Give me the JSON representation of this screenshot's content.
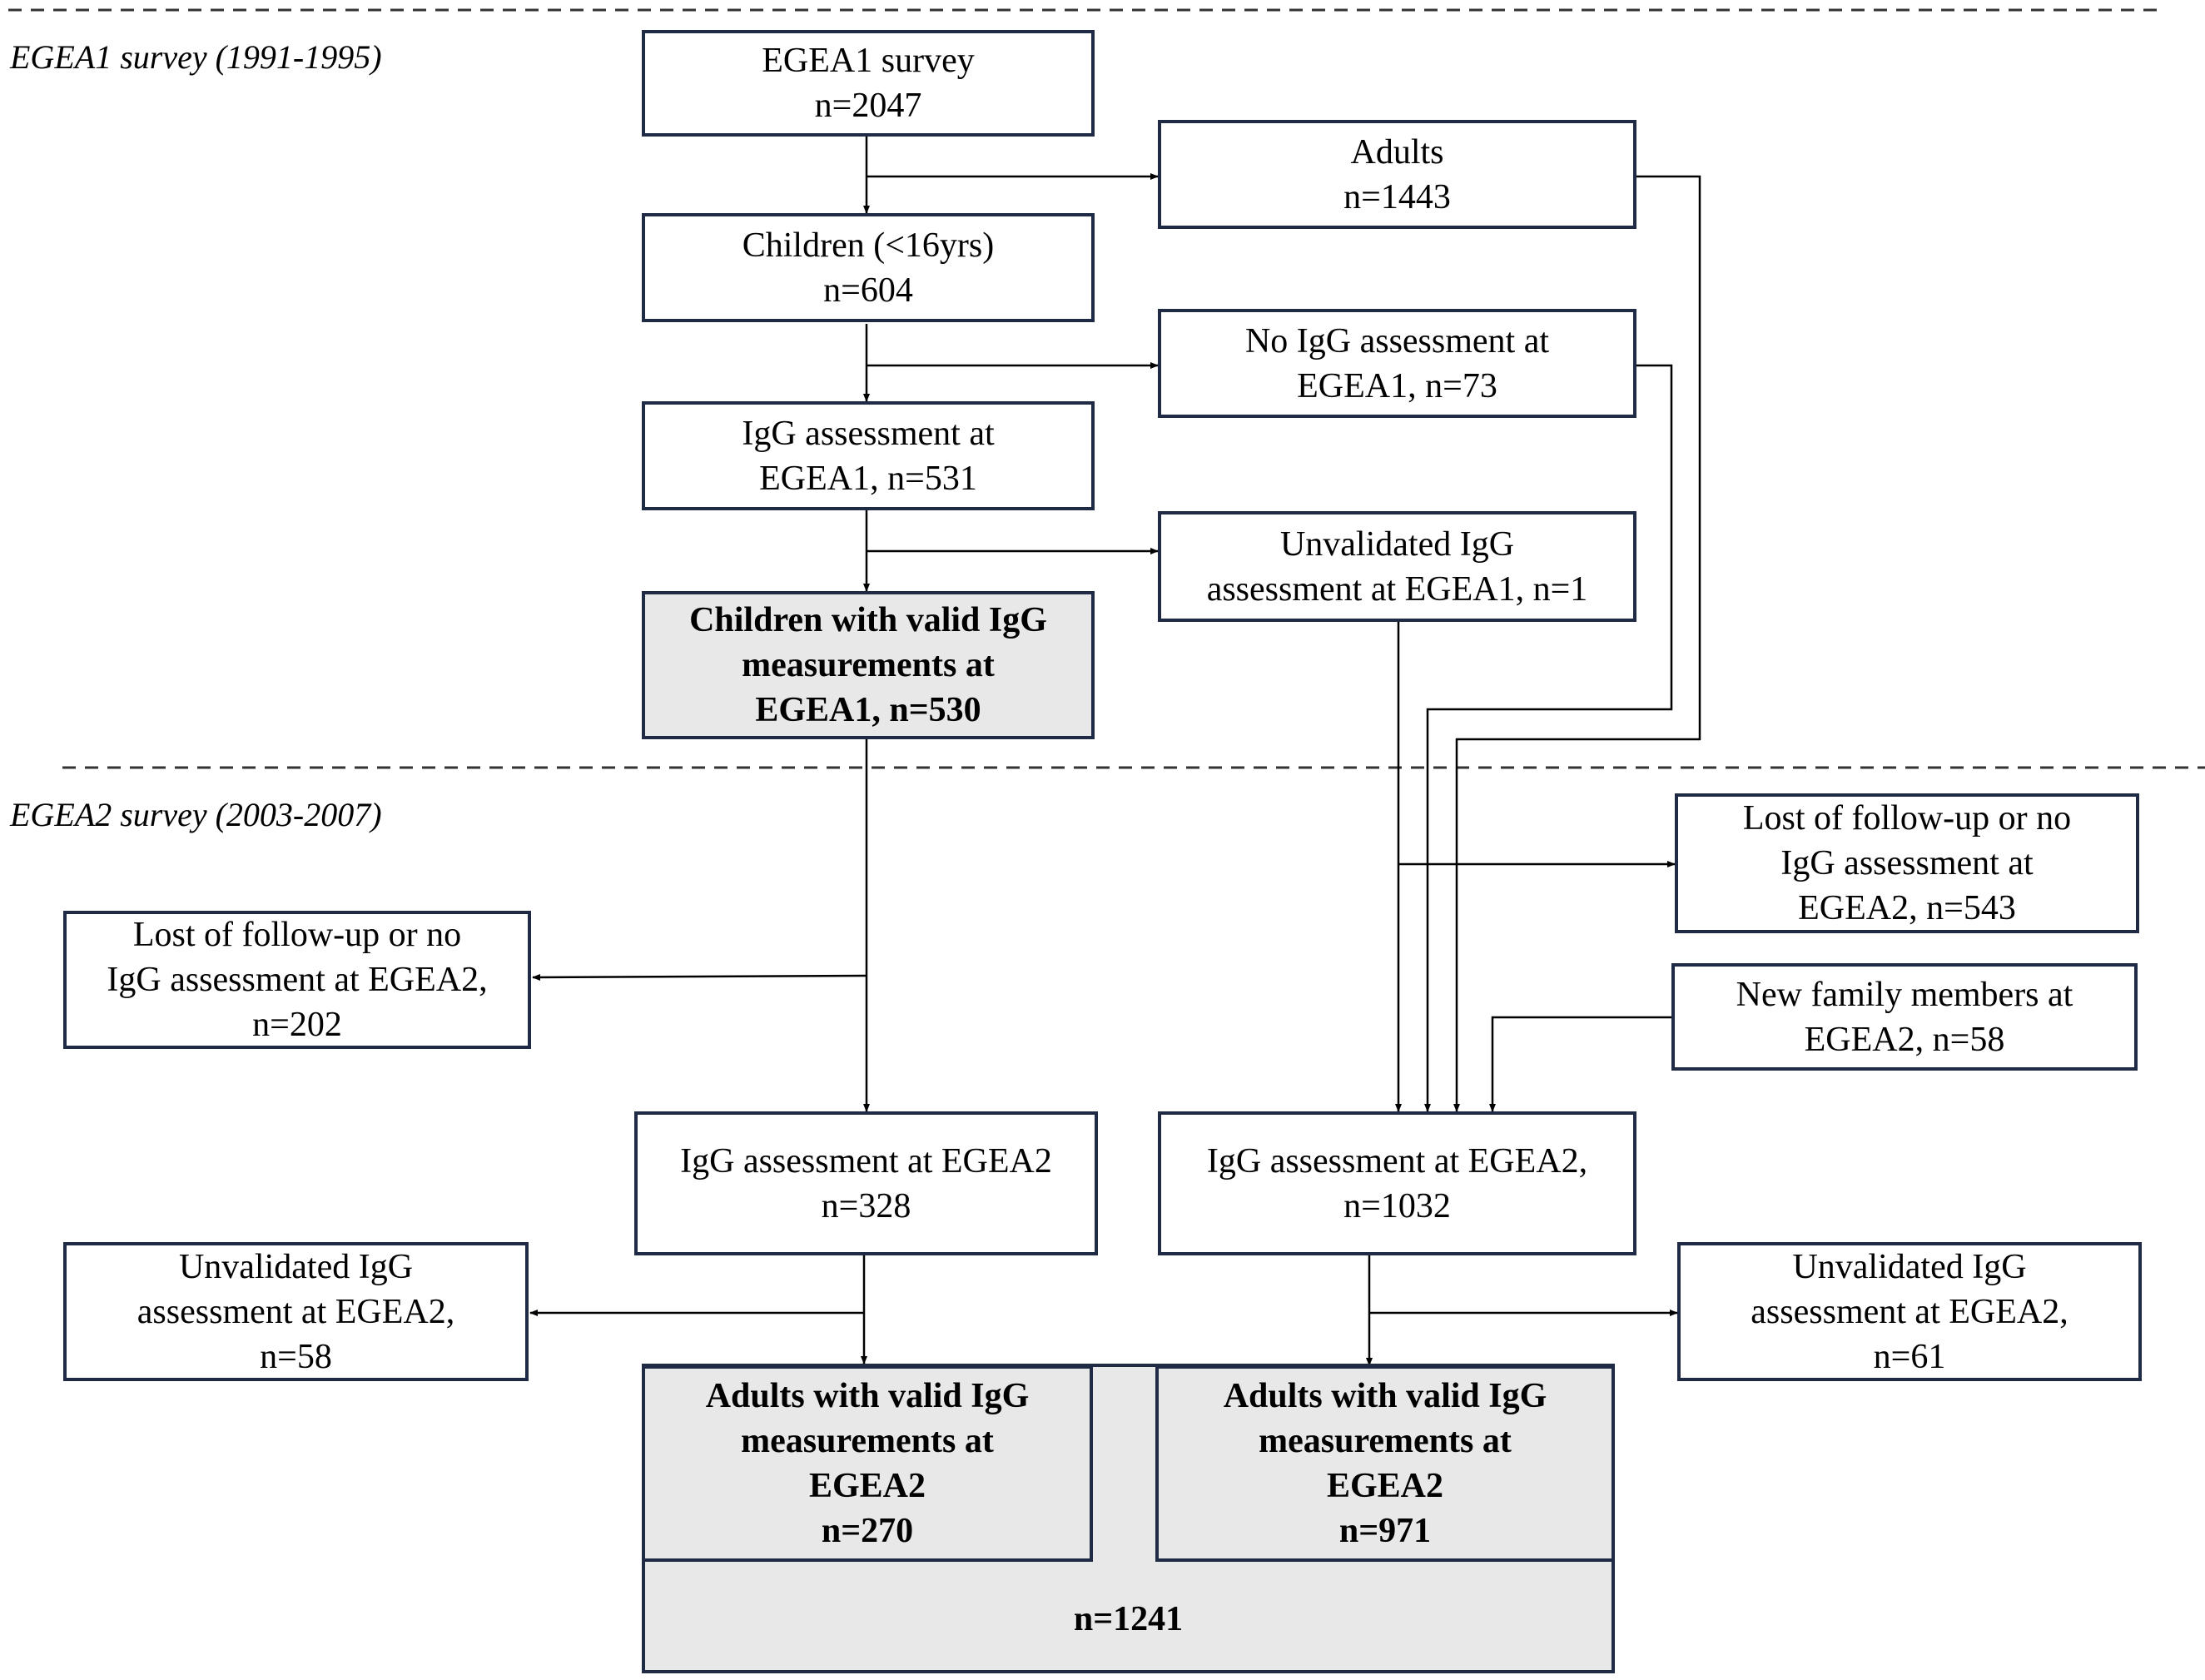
{
  "sections": {
    "egea1": "EGEA1 survey (1991-1995)",
    "egea2": "EGEA2 survey (2003-2007)"
  },
  "boxes": {
    "egea1_survey": [
      "EGEA1 survey",
      "n=2047"
    ],
    "adults": [
      "Adults",
      "n=1443"
    ],
    "children": [
      "Children (<16yrs)",
      "n=604"
    ],
    "no_igg_egea1": [
      "No IgG assessment at",
      "EGEA1, n=73"
    ],
    "igg_egea1": [
      "IgG assessment at",
      "EGEA1, n=531"
    ],
    "unvalidated_egea1": [
      "Unvalidated IgG",
      "assessment at EGEA1, n=1"
    ],
    "children_valid": [
      "Children with valid IgG",
      "measurements at",
      "EGEA1, n=530"
    ],
    "lost_right": [
      "Lost of follow-up or no",
      "IgG assessment at",
      "EGEA2, n=543"
    ],
    "lost_left": [
      "Lost of follow-up or no",
      "IgG assessment at EGEA2,",
      "n=202"
    ],
    "new_family": [
      "New family members at",
      "EGEA2, n=58"
    ],
    "igg_egea2_left": [
      "IgG assessment at EGEA2",
      "n=328"
    ],
    "igg_egea2_right": [
      "IgG assessment at EGEA2,",
      "n=1032"
    ],
    "unvalidated_egea2_left": [
      "Unvalidated IgG",
      "assessment at EGEA2,",
      "n=58"
    ],
    "unvalidated_egea2_right": [
      "Unvalidated IgG",
      "assessment at EGEA2,",
      "n=61"
    ],
    "adults_valid_left": [
      "Adults with valid IgG",
      "measurements at",
      "EGEA2",
      "n=270"
    ],
    "adults_valid_right": [
      "Adults with valid IgG",
      "measurements at",
      "EGEA2",
      "n=971"
    ]
  },
  "total": "n=1241"
}
